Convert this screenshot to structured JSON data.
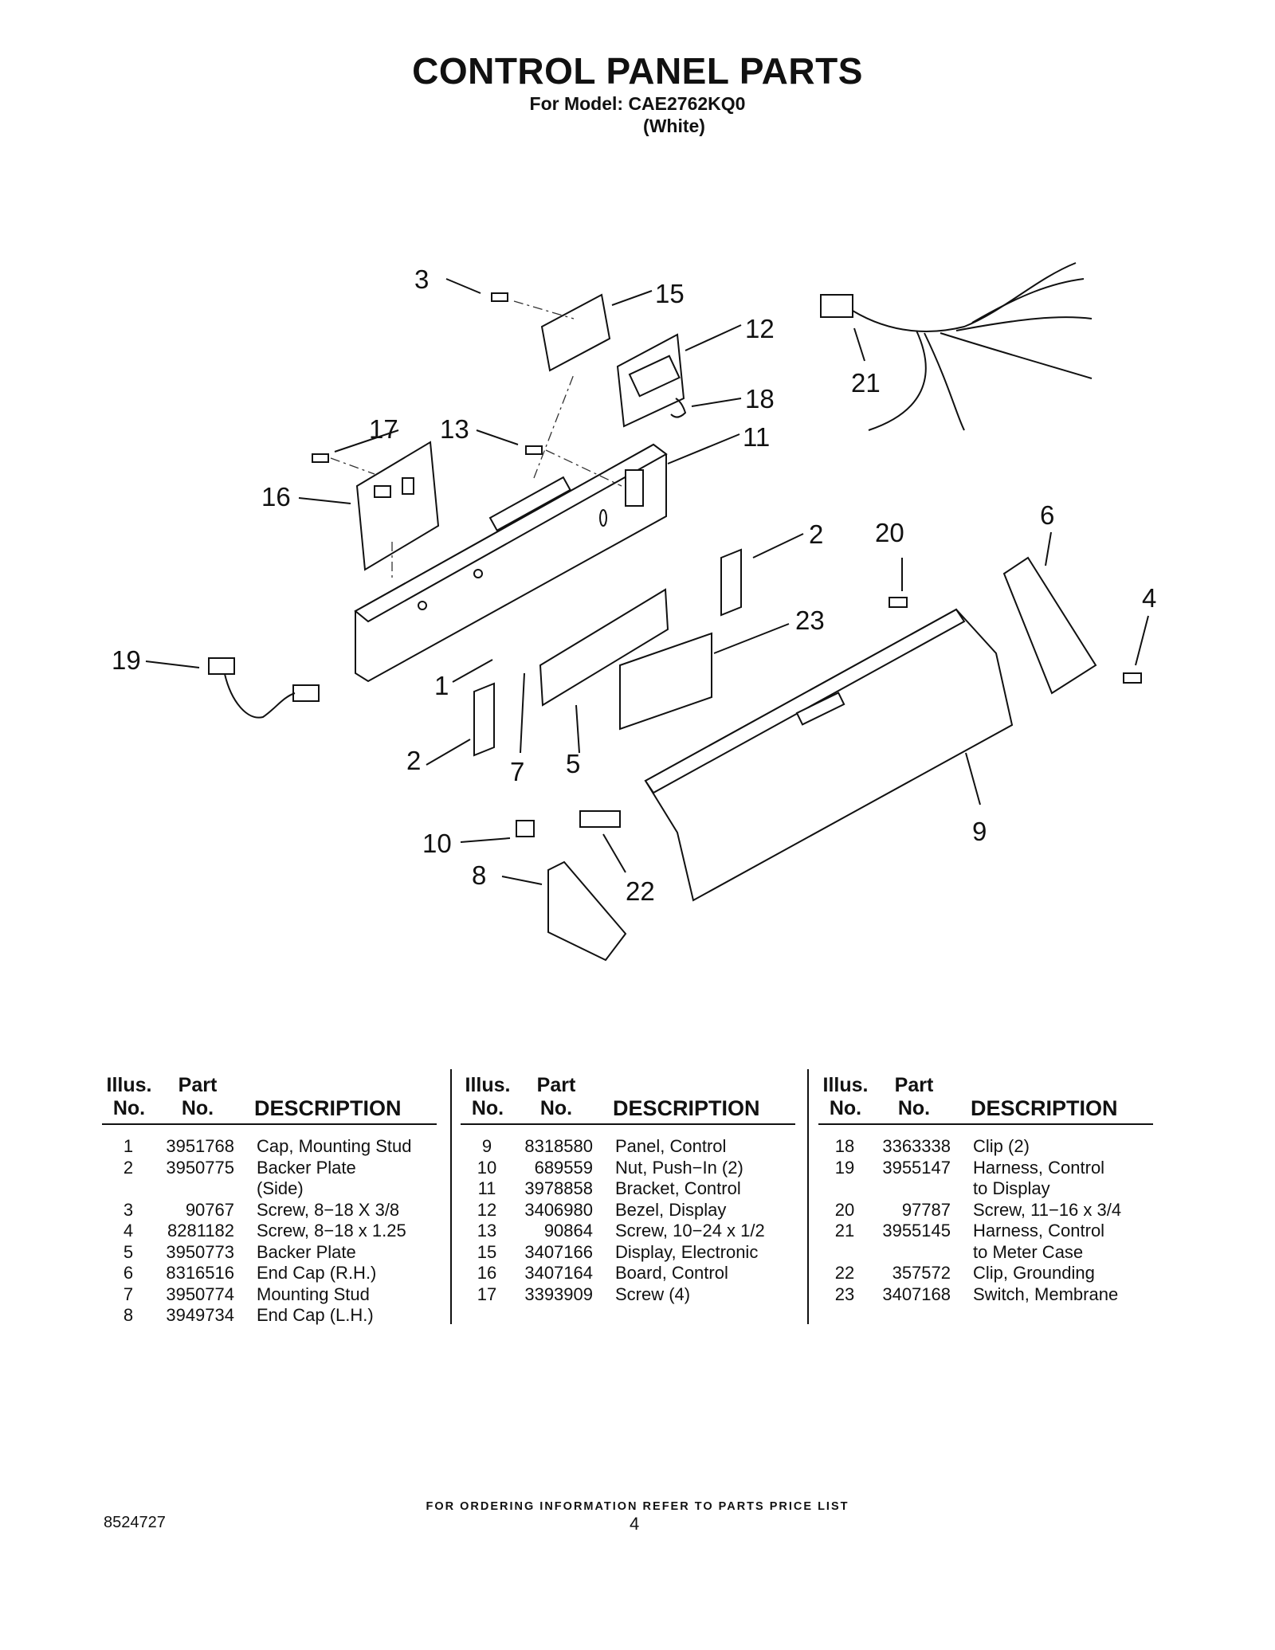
{
  "header": {
    "title": "CONTROL PANEL PARTS",
    "model_line": "For Model: CAE2762KQ0",
    "color_line": "(White)"
  },
  "diagram": {
    "callouts": [
      "3",
      "15",
      "12",
      "21",
      "18",
      "17",
      "13",
      "11",
      "16",
      "2",
      "20",
      "6",
      "4",
      "19",
      "23",
      "1",
      "2",
      "7",
      "5",
      "9",
      "10",
      "8",
      "22"
    ]
  },
  "table": {
    "headers": {
      "illus": "Illus.",
      "no": "No.",
      "part": "Part",
      "description": "DESCRIPTION"
    },
    "columns": [
      [
        {
          "illus": "1",
          "part": "3951768",
          "desc": "Cap, Mounting Stud"
        },
        {
          "illus": "2",
          "part": "3950775",
          "desc": "Backer Plate"
        },
        {
          "illus": "",
          "part": "",
          "desc": "(Side)"
        },
        {
          "illus": "3",
          "part": "90767",
          "desc": "Screw, 8−18 X 3/8"
        },
        {
          "illus": "4",
          "part": "8281182",
          "desc": "Screw, 8−18 x 1.25"
        },
        {
          "illus": "5",
          "part": "3950773",
          "desc": "Backer Plate"
        },
        {
          "illus": "6",
          "part": "8316516",
          "desc": "End Cap (R.H.)"
        },
        {
          "illus": "7",
          "part": "3950774",
          "desc": "Mounting Stud"
        },
        {
          "illus": "8",
          "part": "3949734",
          "desc": "End Cap (L.H.)"
        }
      ],
      [
        {
          "illus": "9",
          "part": "8318580",
          "desc": "Panel, Control"
        },
        {
          "illus": "10",
          "part": "689559",
          "desc": "Nut, Push−In (2)"
        },
        {
          "illus": "11",
          "part": "3978858",
          "desc": "Bracket, Control"
        },
        {
          "illus": "12",
          "part": "3406980",
          "desc": "Bezel, Display"
        },
        {
          "illus": "13",
          "part": "90864",
          "desc": "Screw, 10−24 x 1/2"
        },
        {
          "illus": "15",
          "part": "3407166",
          "desc": "Display, Electronic"
        },
        {
          "illus": "16",
          "part": "3407164",
          "desc": "Board, Control"
        },
        {
          "illus": "17",
          "part": "3393909",
          "desc": "Screw (4)"
        }
      ],
      [
        {
          "illus": "18",
          "part": "3363338",
          "desc": "Clip (2)"
        },
        {
          "illus": "19",
          "part": "3955147",
          "desc": "Harness, Control"
        },
        {
          "illus": "",
          "part": "",
          "desc": "to Display"
        },
        {
          "illus": "20",
          "part": "97787",
          "desc": "Screw, 11−16 x 3/4"
        },
        {
          "illus": "21",
          "part": "3955145",
          "desc": "Harness, Control"
        },
        {
          "illus": "",
          "part": "",
          "desc": "to Meter Case"
        },
        {
          "illus": "22",
          "part": "357572",
          "desc": "Clip, Grounding"
        },
        {
          "illus": "23",
          "part": "3407168",
          "desc": "Switch, Membrane"
        }
      ]
    ]
  },
  "footer": {
    "note": "FOR ORDERING INFORMATION REFER TO PARTS PRICE LIST",
    "doc_number": "8524727",
    "page_number": "4"
  }
}
